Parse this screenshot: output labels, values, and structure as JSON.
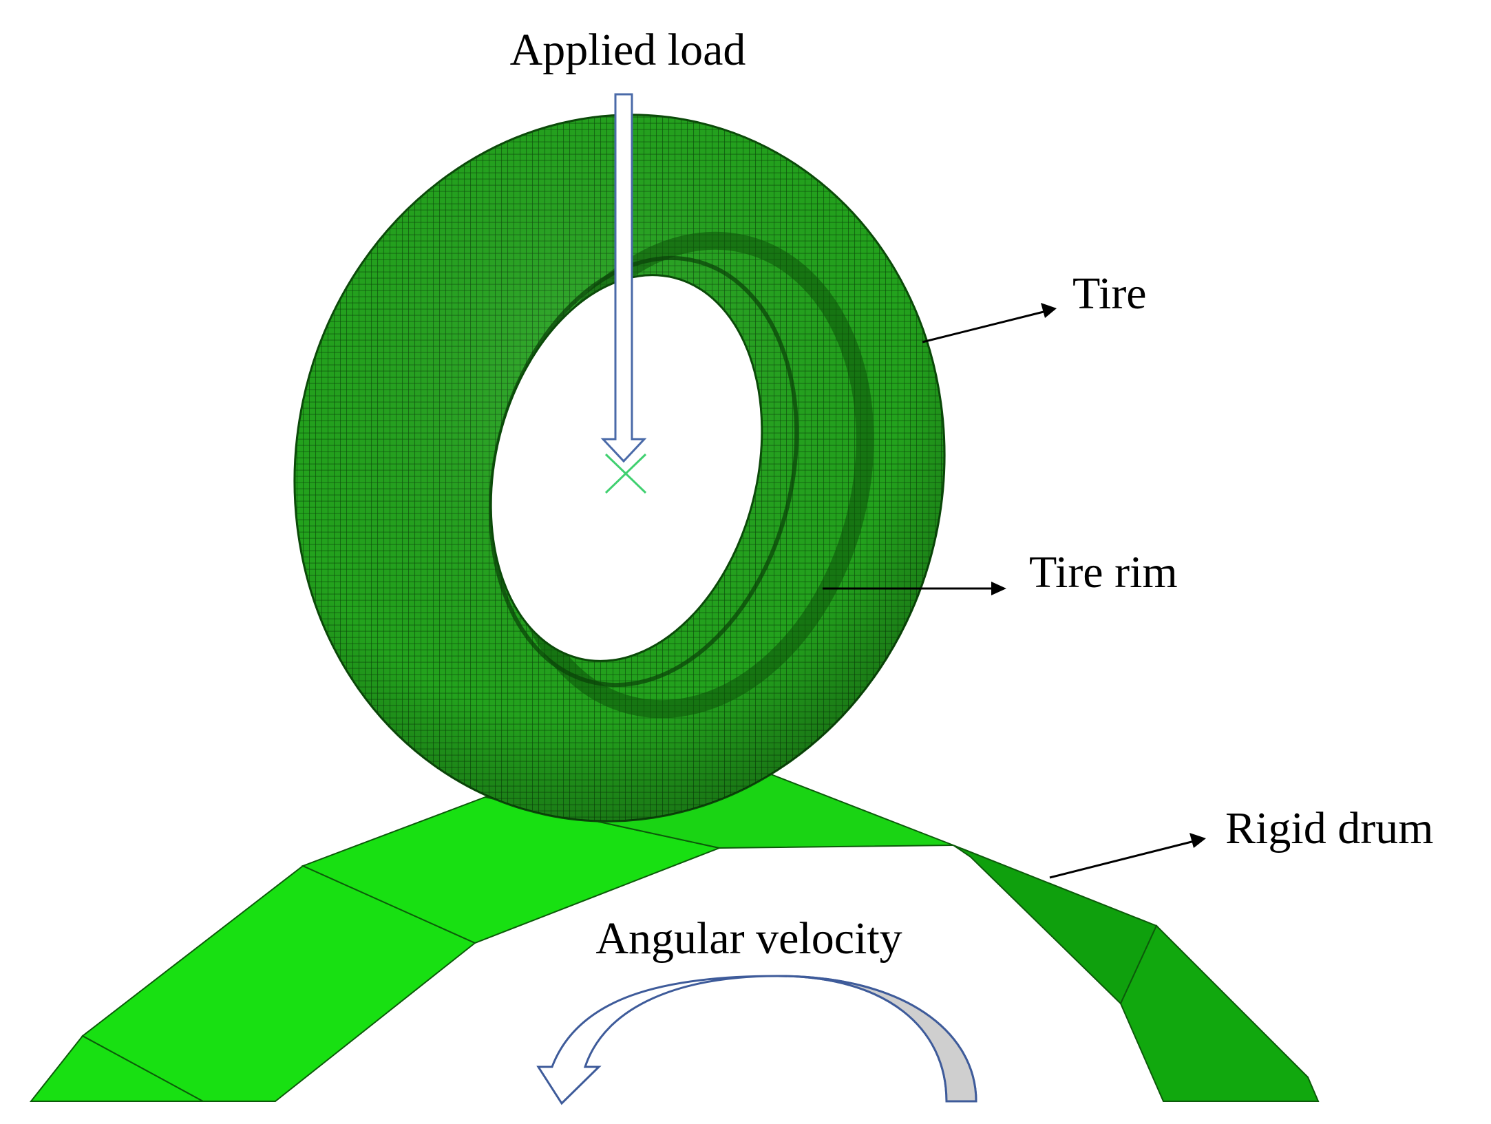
{
  "labels": {
    "applied_load": "Applied load",
    "tire": "Tire",
    "tire_rim": "Tire rim",
    "rigid_drum": "Rigid drum",
    "angular_velocity": "Angular velocity"
  },
  "colors": {
    "tire_green": "#1f9a1a",
    "tire_dark": "#0f5e0c",
    "drum_green": "#18e012",
    "drum_dark_green": "#0fa00d",
    "load_arrow_stroke": "#4a6aa8",
    "rotation_arrow_stroke": "#3e5b9a",
    "rotation_arrow_fill": "#cfcfcf",
    "center_marker": "#40d070"
  },
  "icons": {
    "center_marker": "x-mark"
  }
}
